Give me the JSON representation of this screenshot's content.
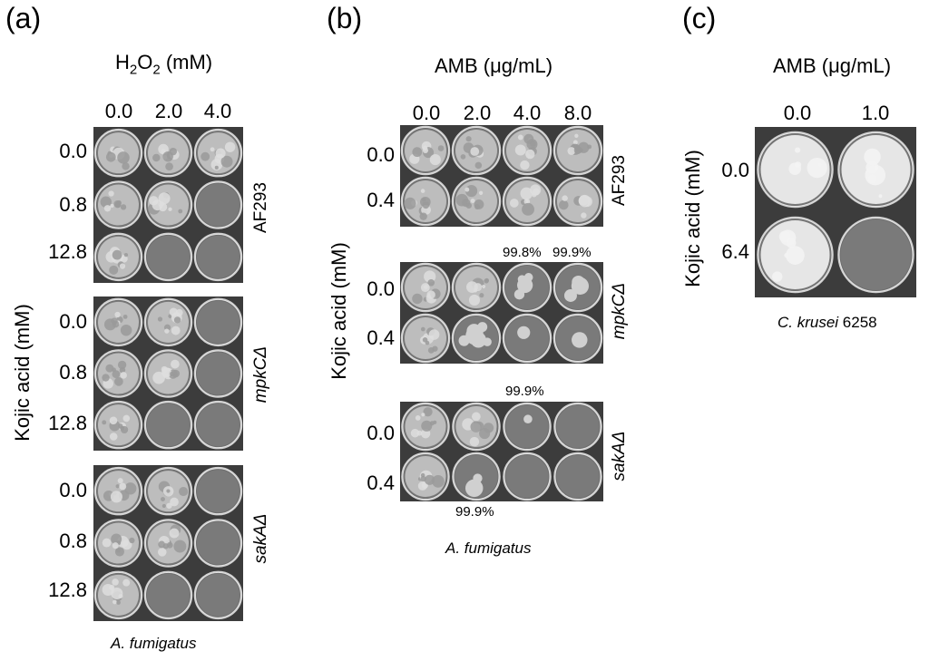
{
  "panels": {
    "a": {
      "label": "(a)",
      "title_main": "H",
      "title_sub1": "2",
      "title_mid": "O",
      "title_sub2": "2",
      "title_unit": " (mM)",
      "columns": [
        "0.0",
        "2.0",
        "4.0"
      ],
      "ylabel": "Kojic acid (mM)",
      "groups": [
        {
          "strain": "AF293",
          "strain_italic": false,
          "rows": [
            "0.0",
            "0.8",
            "12.8"
          ],
          "growth": [
            [
              1,
              1,
              1
            ],
            [
              1,
              1,
              0
            ],
            [
              1,
              0,
              0
            ]
          ]
        },
        {
          "strain": "mpkCΔ",
          "strain_italic": true,
          "rows": [
            "0.0",
            "0.8",
            "12.8"
          ],
          "growth": [
            [
              1,
              1,
              0
            ],
            [
              1,
              1,
              0
            ],
            [
              1,
              0,
              0
            ]
          ]
        },
        {
          "strain": "sakAΔ",
          "strain_italic": true,
          "rows": [
            "0.0",
            "0.8",
            "12.8"
          ],
          "growth": [
            [
              1,
              1,
              0
            ],
            [
              1,
              1,
              0
            ],
            [
              1,
              0,
              0
            ]
          ]
        }
      ],
      "caption": "A. fumigatus"
    },
    "b": {
      "label": "(b)",
      "title": "AMB (μg/mL)",
      "columns": [
        "0.0",
        "2.0",
        "4.0",
        "8.0"
      ],
      "ylabel": "Kojic acid (mM)",
      "groups": [
        {
          "strain": "AF293",
          "strain_italic": false,
          "rows": [
            "0.0",
            "0.4"
          ],
          "growth": [
            [
              1,
              1,
              1,
              1
            ],
            [
              1,
              1,
              1,
              1
            ]
          ]
        },
        {
          "strain": "mpkCΔ",
          "strain_italic": true,
          "rows": [
            "0.0",
            "0.4"
          ],
          "growth": [
            [
              1,
              1,
              0.4,
              0.3
            ],
            [
              1,
              0.8,
              0.1,
              0.1
            ]
          ]
        },
        {
          "strain": "sakAΔ",
          "strain_italic": true,
          "rows": [
            "0.0",
            "0.4"
          ],
          "growth": [
            [
              1,
              1,
              0.1,
              0
            ],
            [
              1,
              0.2,
              0,
              0
            ]
          ]
        }
      ],
      "annotations": {
        "mpk_col3": "99.8%",
        "mpk_col4": "99.9%",
        "sak_top": "99.9%",
        "sak_bottom": "99.9%"
      },
      "caption": "A. fumigatus"
    },
    "c": {
      "label": "(c)",
      "title": "AMB (μg/mL)",
      "columns": [
        "0.0",
        "1.0"
      ],
      "ylabel": "Kojic acid (mM)",
      "rows": [
        "0.0",
        "6.4"
      ],
      "growth": [
        [
          1,
          1
        ],
        [
          1,
          0
        ]
      ],
      "caption_italic": "C. krusei",
      "caption_plain": " 6258"
    }
  }
}
